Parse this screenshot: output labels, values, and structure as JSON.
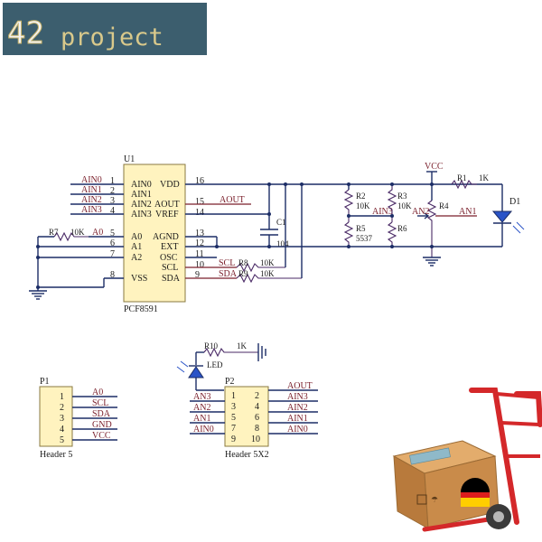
{
  "logo": {
    "num": "42",
    "word": "project"
  },
  "u1": {
    "ref": "U1",
    "part": "PCF8591",
    "left_pins": [
      {
        "num": "1",
        "name": "AIN0",
        "net": "AIN0"
      },
      {
        "num": "2",
        "name": "AIN1",
        "net": "AIN1"
      },
      {
        "num": "3",
        "name": "AIN2",
        "net": "AIN2"
      },
      {
        "num": "4",
        "name": "AIN3",
        "net": "AIN3"
      },
      {
        "num": "5",
        "name": "A0",
        "net": "A0"
      },
      {
        "num": "6",
        "name": "A1",
        "net": ""
      },
      {
        "num": "7",
        "name": "A2",
        "net": ""
      },
      {
        "num": "8",
        "name": "VSS",
        "net": ""
      }
    ],
    "right_pins": [
      {
        "num": "16",
        "name": "VDD",
        "net": ""
      },
      {
        "num": "15",
        "name": "AOUT",
        "net": "AOUT"
      },
      {
        "num": "14",
        "name": "VREF",
        "net": ""
      },
      {
        "num": "13",
        "name": "AGND",
        "net": ""
      },
      {
        "num": "12",
        "name": "EXT",
        "net": ""
      },
      {
        "num": "11",
        "name": "OSC",
        "net": ""
      },
      {
        "num": "10",
        "name": "SCL",
        "net": "SCL"
      },
      {
        "num": "9",
        "name": "SDA",
        "net": "SDA"
      }
    ]
  },
  "parts": {
    "r7": {
      "ref": "R7",
      "value": "10K"
    },
    "r8": {
      "ref": "R8",
      "value": "10K"
    },
    "r9": {
      "ref": "R9",
      "value": "10K"
    },
    "c1": {
      "ref": "C1",
      "value": "104"
    },
    "r2": {
      "ref": "R2",
      "value": "10K"
    },
    "r5": {
      "ref": "R5",
      "value": "5537"
    },
    "r3": {
      "ref": "R3",
      "value": "10K"
    },
    "r6": {
      "ref": "R6",
      "value": ""
    },
    "r4": {
      "ref": "R4",
      "value": ""
    },
    "r1": {
      "ref": "R1",
      "value": "1K"
    },
    "d1": {
      "ref": "D1",
      "value": ""
    },
    "r10": {
      "ref": "R10",
      "value": "1K"
    },
    "led": {
      "ref": "LED",
      "value": ""
    }
  },
  "nets": {
    "vcc": "VCC",
    "ain3": "AIN3",
    "an2": "AN2",
    "an1": "AN1"
  },
  "p1": {
    "ref": "P1",
    "name": "Header 5",
    "pins": [
      {
        "num": "1",
        "net": "A0"
      },
      {
        "num": "2",
        "net": "SCL"
      },
      {
        "num": "3",
        "net": "SDA"
      },
      {
        "num": "4",
        "net": "GND"
      },
      {
        "num": "5",
        "net": "VCC"
      }
    ]
  },
  "p2": {
    "ref": "P2",
    "name": "Header 5X2",
    "rows": [
      {
        "l_net": "",
        "l_num": "1",
        "r_num": "2",
        "r_net": "AOUT"
      },
      {
        "l_net": "AN3",
        "l_num": "3",
        "r_num": "4",
        "r_net": "AIN3"
      },
      {
        "l_net": "AN2",
        "l_num": "5",
        "r_num": "6",
        "r_net": "AIN2"
      },
      {
        "l_net": "AN1",
        "l_num": "7",
        "r_num": "8",
        "r_net": "AIN1"
      },
      {
        "l_net": "AIN0",
        "l_num": "9",
        "r_num": "10",
        "r_net": "AIN0"
      }
    ]
  },
  "colors": {
    "wire": "#1c2d66",
    "net": "#7a1f2b",
    "chip": "#fff3bf",
    "logo_bg": "#3c5e6e",
    "led": "#2a53c7",
    "trolley": "#d4282a",
    "box": "#c98b4a"
  }
}
